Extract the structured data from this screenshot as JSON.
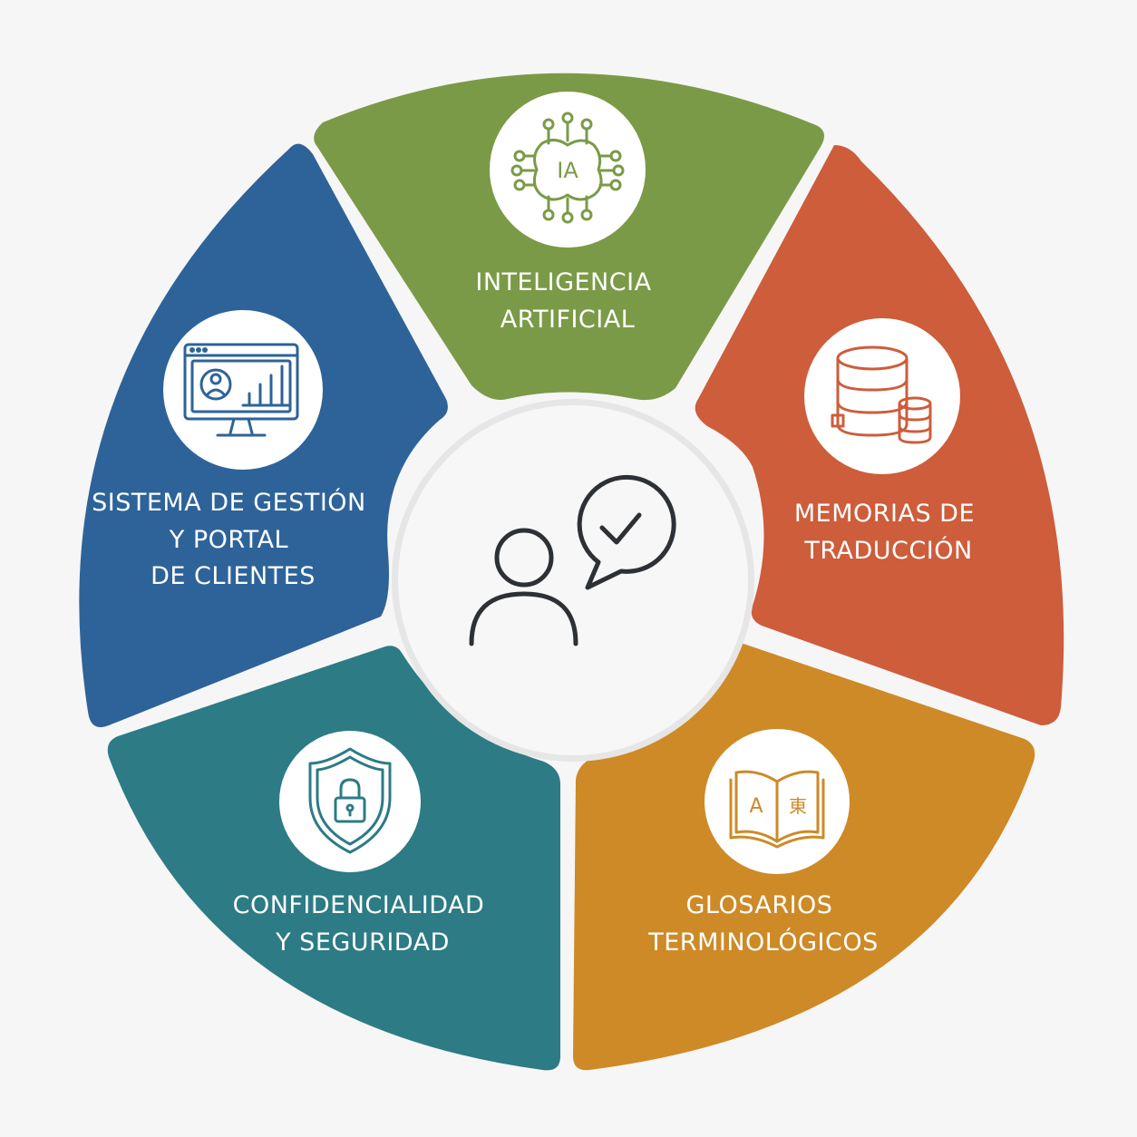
{
  "colors": {
    "background": "#f6f6f6",
    "green": "#7b9a47",
    "orange": "#cd5d3b",
    "gold": "#cd8a27",
    "teal": "#2c7b85",
    "blue": "#2e6399",
    "center_fill": "#f7f7f7",
    "icon_dark": "#2d3136"
  },
  "center": {
    "icon": "user-speech-check-icon"
  },
  "segments": [
    {
      "id": "ia",
      "color_key": "green",
      "icon": "ai-chip-icon",
      "icon_text": "IA",
      "lines": [
        "INTELIGENCIA",
        "ARTIFICIAL"
      ]
    },
    {
      "id": "memorias",
      "color_key": "orange",
      "icon": "database-icon",
      "lines": [
        "MEMORIAS DE",
        "TRADUCCIÓN"
      ]
    },
    {
      "id": "glosarios",
      "color_key": "gold",
      "icon": "translation-book-icon",
      "icon_text_left": "A",
      "icon_text_right": "東",
      "lines": [
        "GLOSARIOS",
        "TERMINOLÓGICOS"
      ]
    },
    {
      "id": "confidencialidad",
      "color_key": "teal",
      "icon": "shield-lock-icon",
      "lines": [
        "CONFIDENCIALIDAD",
        "Y SEGURIDAD"
      ]
    },
    {
      "id": "sistema",
      "color_key": "blue",
      "icon": "monitor-dashboard-icon",
      "lines": [
        "SISTEMA DE GESTIÓN",
        "Y PORTAL",
        "DE CLIENTES"
      ]
    }
  ]
}
